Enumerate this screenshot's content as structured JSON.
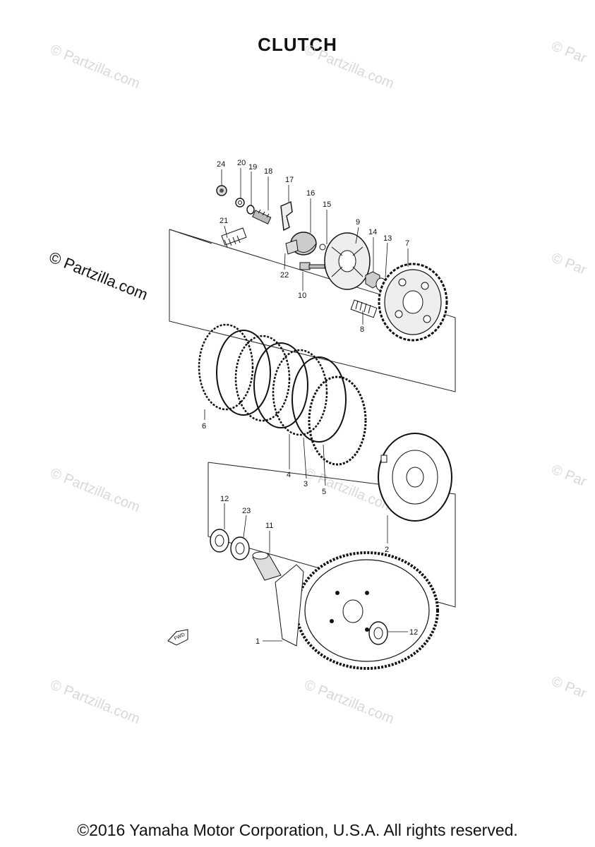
{
  "title": "CLUTCH",
  "watermark": "© Partzilla.com",
  "watermark_short": "© Par",
  "fwd_label": "FWD",
  "copyright": "©2016 Yamaha Motor Corporation, U.S.A. All rights reserved.",
  "callouts": {
    "c1": "1",
    "c2": "2",
    "c3": "3",
    "c4": "4",
    "c5": "5",
    "c6": "6",
    "c7": "7",
    "c8": "8",
    "c9": "9",
    "c10": "10",
    "c11": "11",
    "c12a": "12",
    "c12b": "12",
    "c13": "13",
    "c14": "14",
    "c15": "15",
    "c16": "16",
    "c17": "17",
    "c18": "18",
    "c19": "19",
    "c20": "20",
    "c21": "21",
    "c22": "22",
    "c23": "23",
    "c24": "24"
  }
}
